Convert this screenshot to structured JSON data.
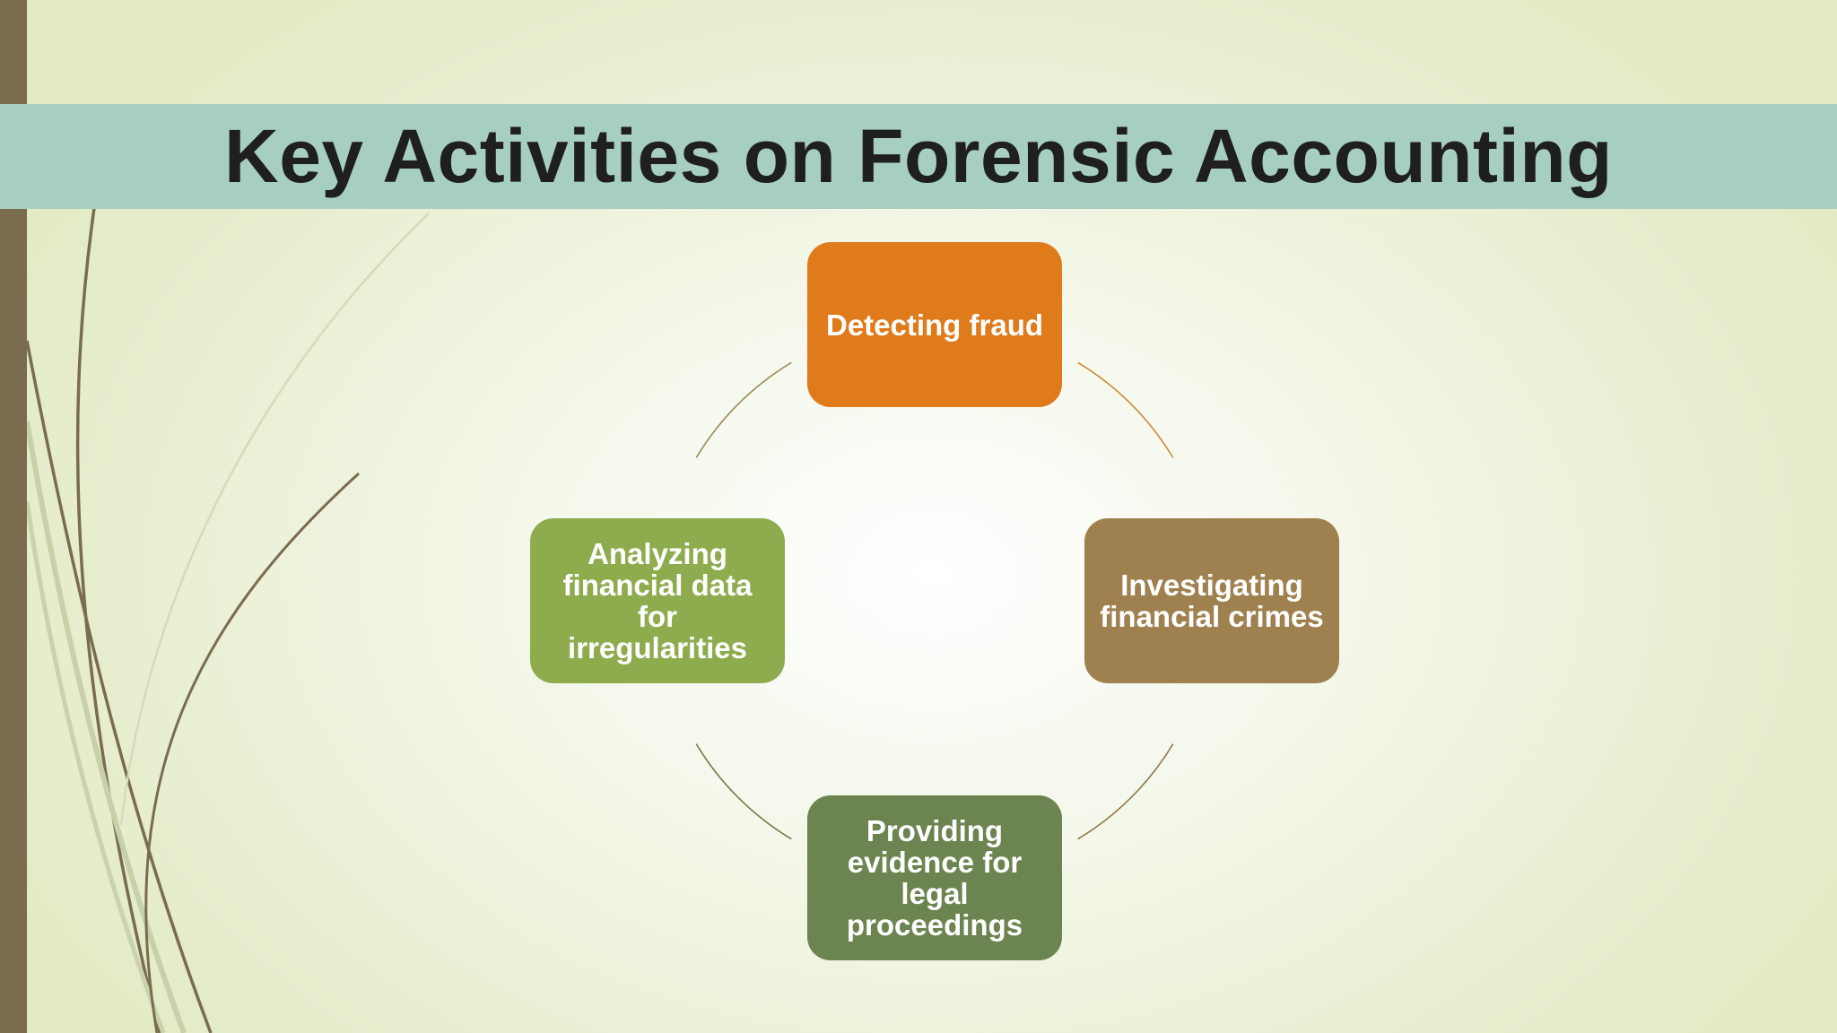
{
  "slide": {
    "title": "Key Activities on Forensic Accounting"
  },
  "colors": {
    "left_bar": "#7a6c4f",
    "title_band": "#a7cfc0",
    "title_text": "#1f1f1f",
    "node_top": "#df7b1a",
    "node_right": "#9f8150",
    "node_bottom": "#6c8450",
    "node_left": "#8eac4e",
    "connector": "#a8864f"
  },
  "cycle": {
    "nodes": [
      {
        "id": "top",
        "label": "Detecting fraud"
      },
      {
        "id": "right",
        "label": "Investigating financial crimes"
      },
      {
        "id": "bottom",
        "label": "Providing evidence for legal proceedings"
      },
      {
        "id": "left",
        "label": "Analyzing financial data for irregularities"
      }
    ]
  }
}
